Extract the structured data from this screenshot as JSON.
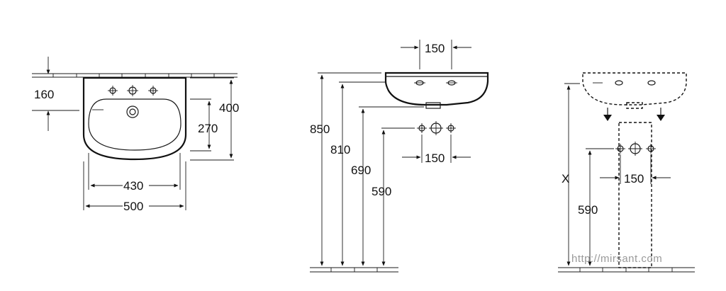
{
  "front_view": {
    "dim_160": "160",
    "dim_400": "400",
    "dim_270": "270",
    "dim_430": "430",
    "dim_500": "500"
  },
  "side_view": {
    "dim_150_top": "150",
    "dim_150_bottom": "150",
    "dim_850": "850",
    "dim_810": "810",
    "dim_690": "690",
    "dim_590": "590"
  },
  "pedestal_view": {
    "dim_x": "X",
    "dim_150": "150",
    "dim_590": "590"
  },
  "watermark": "http://mirsant.com"
}
